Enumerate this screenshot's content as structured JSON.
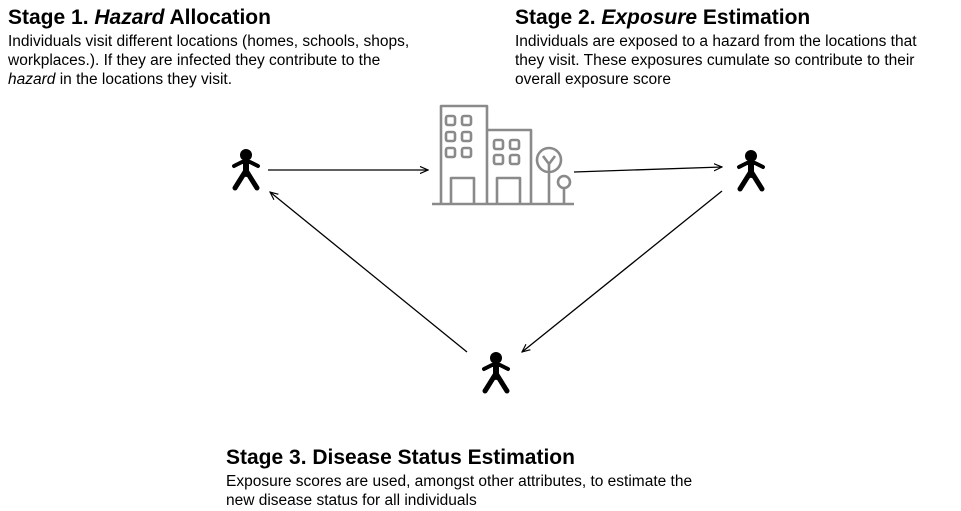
{
  "stage1": {
    "title_prefix": "Stage 1. ",
    "title_em": "Hazard",
    "title_suffix": " Allocation",
    "desc_line1": "Individuals visit different locations (homes, schools, shops,",
    "desc_line2": "workplaces.). If they are infected they contribute to the",
    "desc_em": "hazard",
    "desc_line3_rest": " in the locations they visit."
  },
  "stage2": {
    "title_prefix": "Stage 2. ",
    "title_em": "Exposure",
    "title_suffix": " Estimation",
    "desc_line1": "Individuals are exposed to a hazard from the locations that",
    "desc_line2": "they visit. These exposures cumulate so contribute to their",
    "desc_line3": "overall exposure score"
  },
  "stage3": {
    "title": "Stage 3. Disease Status Estimation",
    "desc_line1": "Exposure scores are used, amongst other attributes, to estimate the",
    "desc_line2": "new disease status for all individuals"
  },
  "icons": {
    "person": "person-icon",
    "buildings": "city-buildings-icon",
    "tree": "tree-icon"
  },
  "colors": {
    "text": "#000000",
    "building_stroke": "#8a8a8a",
    "arrow": "#000000"
  }
}
